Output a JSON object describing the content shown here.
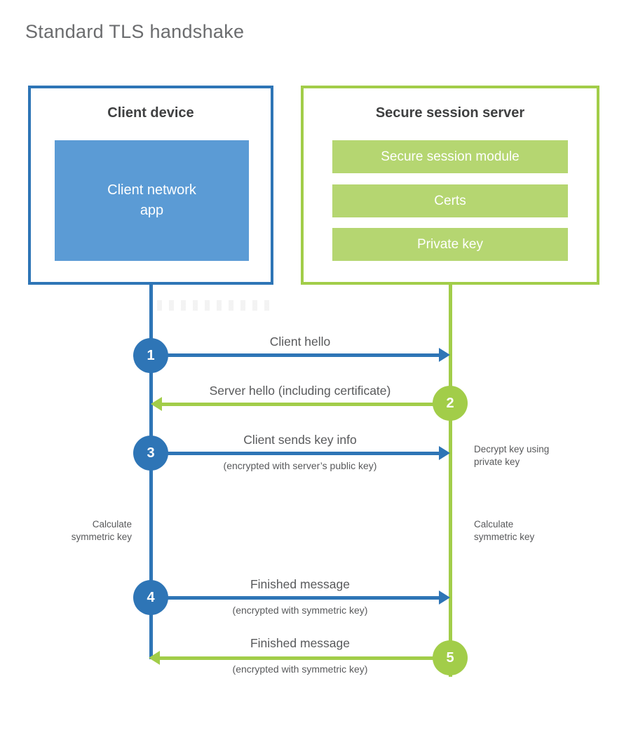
{
  "title": "Standard TLS handshake",
  "colors": {
    "blue": "#2e75b6",
    "blue_fill": "#5b9bd5",
    "green": "#a2cd49",
    "green_fill": "#b5d671",
    "label_text": "#58595b",
    "heading_text": "#3f4041"
  },
  "client": {
    "title": "Client device",
    "app_label": "Client network\napp"
  },
  "server": {
    "title": "Secure session server",
    "modules": [
      "Secure session module",
      "Certs",
      "Private key"
    ]
  },
  "steps": [
    {
      "num": "1",
      "actor": "client",
      "direction": "right",
      "label": "Client hello",
      "sub": ""
    },
    {
      "num": "2",
      "actor": "server",
      "direction": "left",
      "label": "Server hello (including certificate)",
      "sub": ""
    },
    {
      "num": "3",
      "actor": "client",
      "direction": "right",
      "label": "Client sends key info",
      "sub": "(encrypted with server’s public key)"
    },
    {
      "num": "4",
      "actor": "client",
      "direction": "right",
      "label": "Finished message",
      "sub": "(encrypted with symmetric key)"
    },
    {
      "num": "5",
      "actor": "server",
      "direction": "left",
      "label": "Finished message",
      "sub": "(encrypted with symmetric key)"
    }
  ],
  "annotations": {
    "decrypt": "Decrypt key using\nprivate key",
    "calc_left": "Calculate\nsymmetric key",
    "calc_right": "Calculate\nsymmetric key"
  }
}
